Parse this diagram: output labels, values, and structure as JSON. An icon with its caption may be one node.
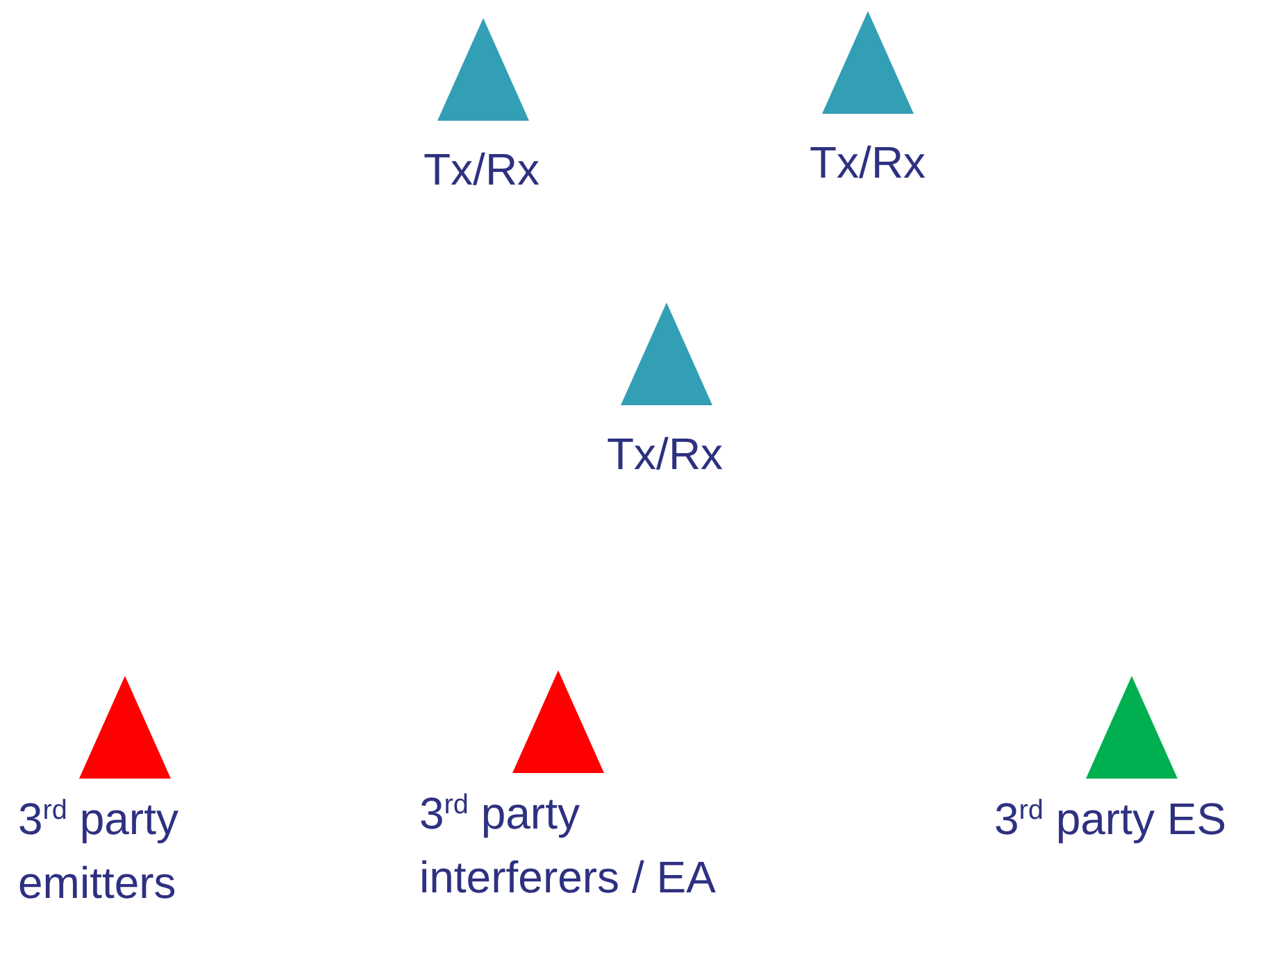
{
  "diagram": {
    "nodes": [
      {
        "text": [
          "Tx/Rx"
        ]
      },
      {
        "text": [
          "Tx/Rx"
        ]
      },
      {
        "text": [
          "Tx/Rx"
        ]
      },
      {
        "text": [
          "3$^{rd}$ party emitters"
        ]
      },
      {
        "text": [
          "3$^{rd}$ party interferers / EA"
        ]
      },
      {
        "text": [
          "3$^{rd}$ party ES"
        ]
      }
    ]
  }
}
